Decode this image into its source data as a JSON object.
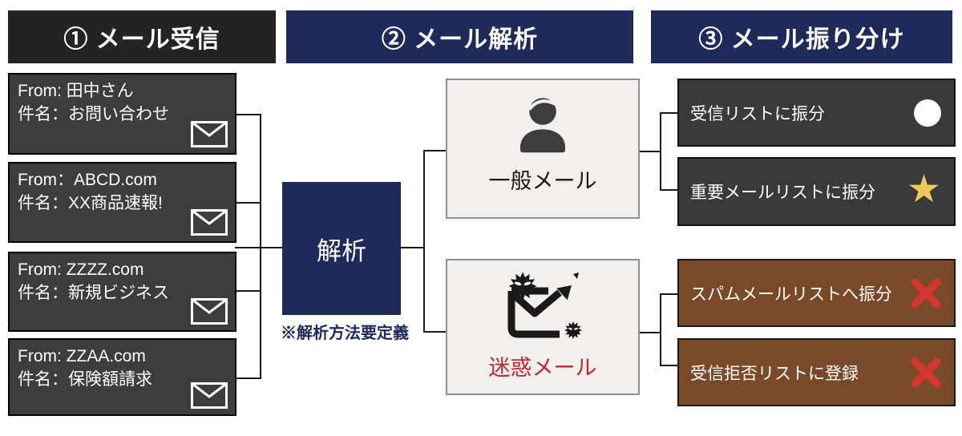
{
  "headers": [
    {
      "label": "① メール受信"
    },
    {
      "label": "② メール解析"
    },
    {
      "label": "③ メール振り分け"
    }
  ],
  "emails": [
    {
      "from": "From: 田中さん",
      "subject": "件名：お問い合わせ",
      "icon": "envelope-icon"
    },
    {
      "from": "From：ABCD.com",
      "subject": "件名：XX商品速報!",
      "icon": "envelope-icon"
    },
    {
      "from": "From: ZZZZ.com",
      "subject": "件名：新規ビジネス",
      "icon": "envelope-icon"
    },
    {
      "from": "From: ZZAA.com",
      "subject": "件名：保険額請求",
      "icon": "envelope-icon"
    }
  ],
  "analysis": {
    "label": "解析",
    "note": "※解析方法要定義"
  },
  "categories": {
    "normal": {
      "label": "一般メール",
      "icon": "person-icon"
    },
    "spam": {
      "label": "迷惑メール",
      "icon": "spam-mail-icon"
    }
  },
  "actions": [
    {
      "label": "受信リストに振分",
      "icon": "circle-icon"
    },
    {
      "label": "重要メールリストに振分",
      "icon": "star-icon"
    },
    {
      "label": "スパムメールリストへ振分",
      "icon": "cross-icon"
    },
    {
      "label": "受信拒否リストに登録",
      "icon": "cross-icon"
    }
  ],
  "colors": {
    "header_black": "#242424",
    "navy": "#1e2b5a",
    "email_box": "#3d3d3d",
    "light_box": "#f1f0ee",
    "action_box_dark": "#3a3a3a",
    "brown_box": "#7a4a28",
    "gold_star": "#eec75f",
    "red_cross": "#d5372f",
    "spam_text_red": "#c0282d",
    "line": "#1a1a1a"
  }
}
